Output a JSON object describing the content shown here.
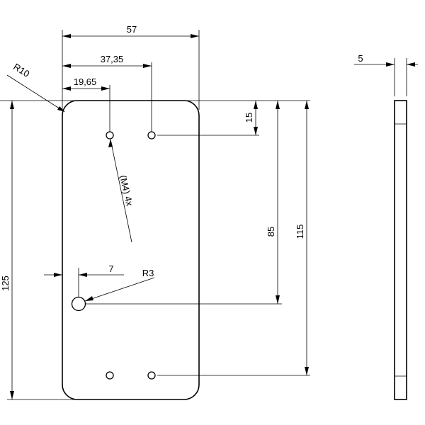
{
  "dimensions": {
    "width_total": "57",
    "width_hole_right": "37,35",
    "width_hole_left": "19,65",
    "corner_radius": "R10",
    "top_offset": "15",
    "height_big_hole": "85",
    "height_bottom_holes": "115",
    "height_total": "125",
    "big_hole_offset": "7",
    "big_hole_radius": "R3",
    "thread_note": "(M4) 4x",
    "thickness": "5"
  }
}
